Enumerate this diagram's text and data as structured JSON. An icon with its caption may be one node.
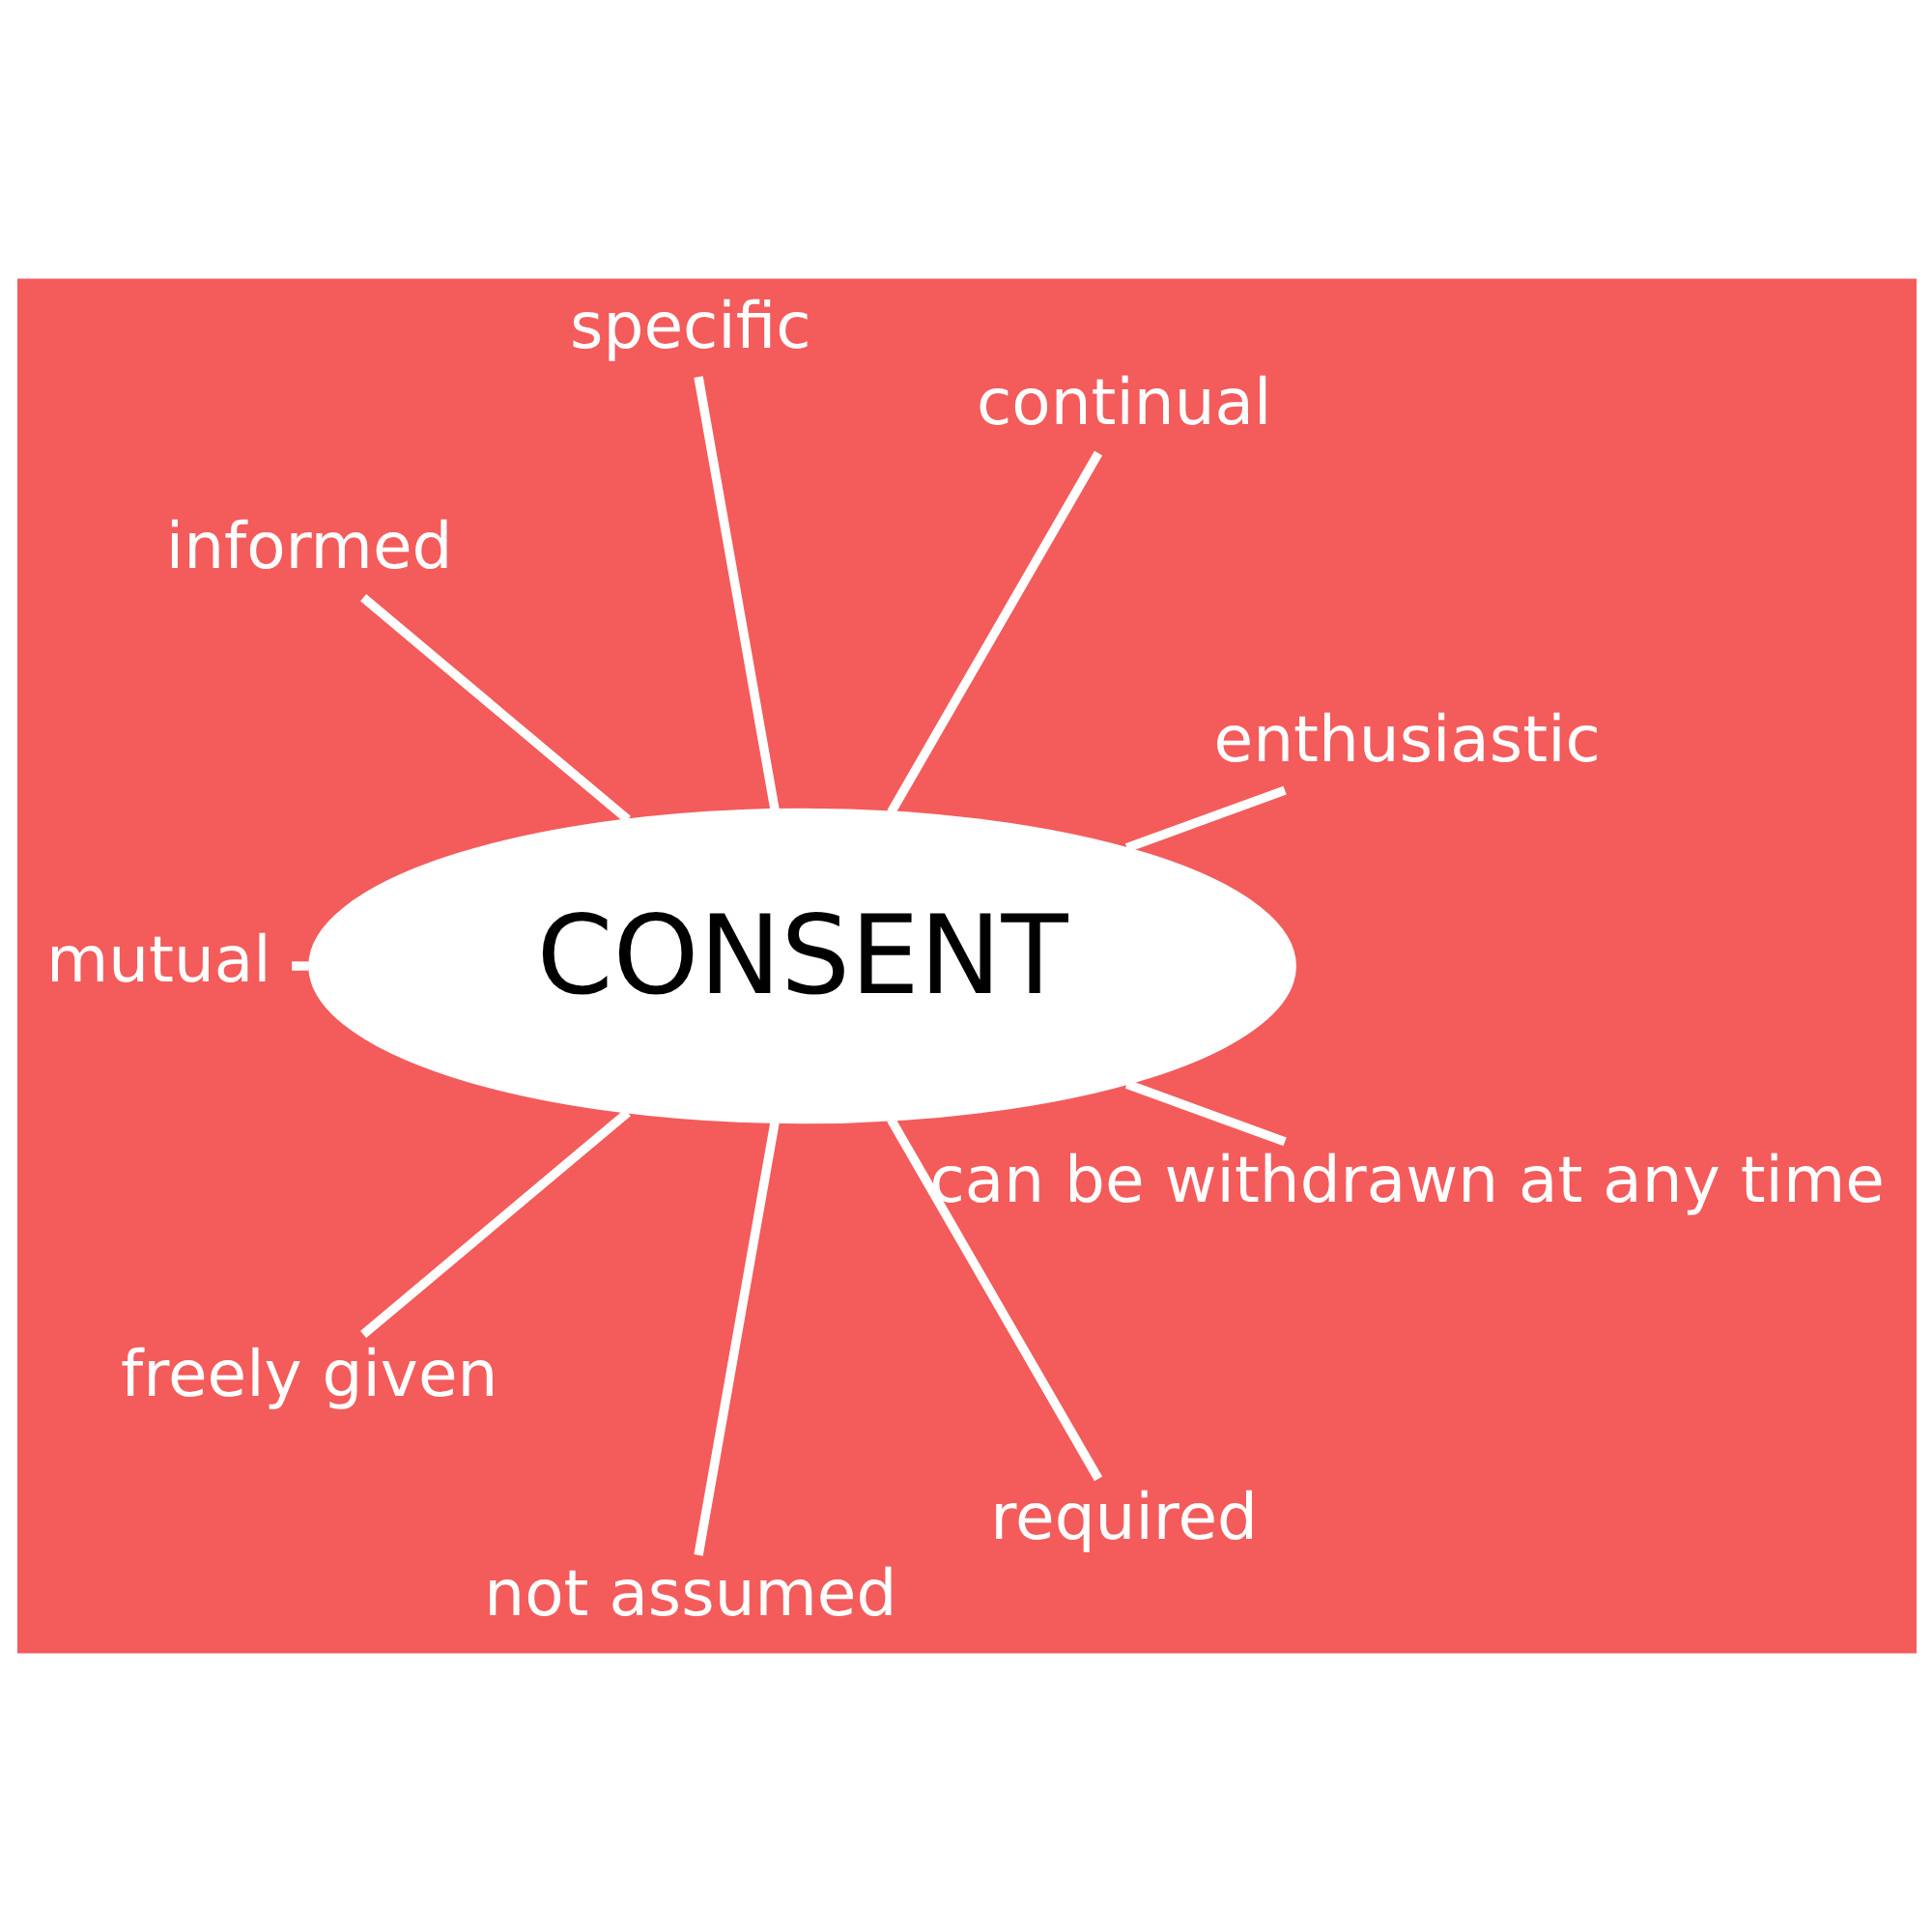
{
  "diagram": {
    "nodes": [
      {
        "text": [
          "CONSENT"
        ]
      },
      {
        "text": [
          "enthusiastic"
        ]
      },
      {
        "text": [
          "continual"
        ]
      },
      {
        "text": [
          "specific"
        ]
      },
      {
        "text": [
          "informed"
        ]
      },
      {
        "text": [
          "mutual"
        ]
      },
      {
        "text": [
          "freely given"
        ]
      },
      {
        "text": [
          "not assumed"
        ]
      },
      {
        "text": [
          "required"
        ]
      },
      {
        "text": [
          "can be withdrawn at any time"
        ]
      }
    ],
    "edges": [
      {
        "from": 0,
        "to": 1,
        "arrow": "none"
      },
      {
        "from": 0,
        "to": 2,
        "arrow": "none"
      },
      {
        "from": 0,
        "to": 3,
        "arrow": "none"
      },
      {
        "from": 0,
        "to": 4,
        "arrow": "none"
      },
      {
        "from": 0,
        "to": 5,
        "arrow": "none"
      },
      {
        "from": 0,
        "to": 6,
        "arrow": "none"
      },
      {
        "from": 0,
        "to": 7,
        "arrow": "none"
      },
      {
        "from": 0,
        "to": 8,
        "arrow": "none"
      },
      {
        "from": 0,
        "to": 9,
        "arrow": "none"
      }
    ]
  }
}
